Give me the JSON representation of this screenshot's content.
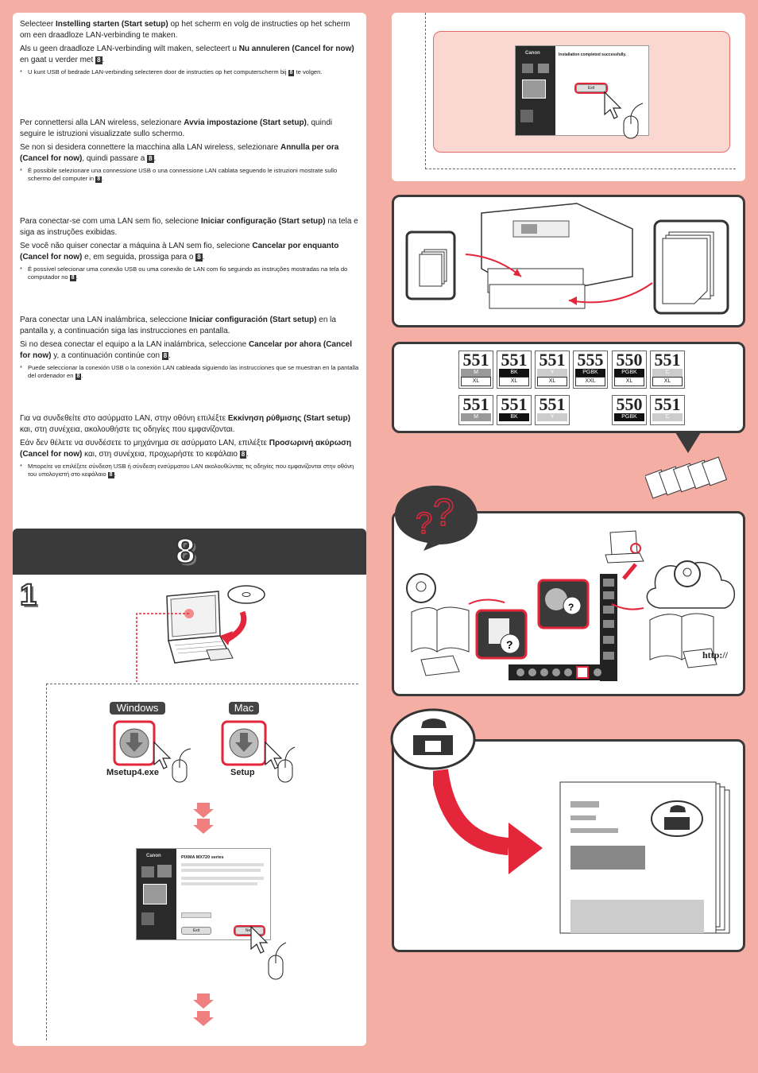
{
  "dutch": {
    "p1_pre": "Selecteer ",
    "p1_bold": "Instelling starten (Start setup)",
    "p1_post": " op het scherm en volg de instructies op het scherm om een draadloze LAN-verbinding te maken.",
    "p2_pre": "Als u geen draadloze LAN-verbinding wilt maken, selecteert u ",
    "p2_bold": "Nu annuleren (Cancel for now)",
    "p2_post": " en gaat u verder met ",
    "ref": "8",
    "p2_end": ".",
    "note_pre": "U kunt USB of bedrade LAN-verbinding selecteren door de instructies op het computerscherm bij ",
    "note_post": " te volgen."
  },
  "italian": {
    "p1_pre": "Per connettersi alla LAN wireless, selezionare ",
    "p1_bold": "Avvia impostazione (Start setup)",
    "p1_post": ", quindi seguire le istruzioni visualizzate sullo schermo.",
    "p2_pre": "Se non si desidera connettere la macchina alla LAN wireless, selezionare ",
    "p2_bold": "Annulla per ora (Cancel for now)",
    "p2_post": ", quindi passare a ",
    "ref": "8",
    "p2_end": ".",
    "note_pre": "È possibile selezionare una connessione USB o una connessione LAN cablata seguendo le istruzioni mostrate sullo schermo del computer in ",
    "note_post": "."
  },
  "portuguese": {
    "p1_pre": "Para conectar-se com uma LAN sem fio, selecione ",
    "p1_bold": "Iniciar configuração (Start setup)",
    "p1_post": " na tela e siga as instruções exibidas.",
    "p2_pre": "Se você não quiser conectar a máquina à LAN sem fio, selecione ",
    "p2_bold": "Cancelar por enquanto (Cancel for now)",
    "p2_post": " e, em seguida, prossiga para o ",
    "ref": "8",
    "p2_end": ".",
    "note_pre": "É possível selecionar uma conexão USB ou uma conexão de LAN com fio seguindo as instruções mostradas na tela do computador no ",
    "note_post": "."
  },
  "spanish": {
    "p1_pre": "Para conectar una LAN inalámbrica, seleccione ",
    "p1_bold": "Iniciar configuración (Start setup)",
    "p1_post": " en la pantalla y, a continuación siga las instrucciones en pantalla.",
    "p2_pre": "Si no desea conectar el equipo a la LAN inalámbrica, seleccione ",
    "p2_bold": "Cancelar por ahora (Cancel for now)",
    "p2_post": " y, a continuación continúe con ",
    "ref": "8",
    "p2_end": ".",
    "note_pre": "Puede seleccionar la conexión USB o la conexión LAN cableada siguiendo las instrucciones que se muestran en la pantalla del ordenador en ",
    "note_post": "."
  },
  "greek": {
    "p1_pre": "Για να συνδεθείτε στο ασύρματο LAN, στην οθόνη επιλέξτε ",
    "p1_bold": "Εκκίνηση ρύθμισης (Start setup)",
    "p1_post": " και, στη συνέχεια, ακολουθήστε τις οδηγίες που εμφανίζονται.",
    "p2_pre": "Εάν δεν θέλετε να συνδέσετε το μηχάνημα σε ασύρματο LAN, επιλέξτε ",
    "p2_bold": "Προσωρινή ακύρωση (Cancel for now)",
    "p2_post": " και, στη συνέχεια, προχωρήστε το κεφάλαιο ",
    "ref": "8",
    "p2_end": ".",
    "note_pre": "Μπορείτε να επιλέξετε σύνδεση USB ή σύνδεση ενσύρματου LAN ακολουθώντας τις οδηγίες που εμφανίζονται στην οθόνη του υπολογιστή στο κεφάλαιο ",
    "note_post": "."
  },
  "section": {
    "number": "8",
    "step": "1"
  },
  "install": {
    "windows_label": "Windows",
    "mac_label": "Mac",
    "windows_file": "Msetup4.exe",
    "mac_file": "Setup"
  },
  "setup_screen": {
    "brand": "Canon",
    "title": "PIXMA MX720 series",
    "exit": "Exit",
    "next": "Next"
  },
  "complete_screen": {
    "brand": "Canon",
    "message": "Installation completed successfully.",
    "exit": "Exit"
  },
  "cartridges": [
    {
      "num": "551",
      "c1": "M",
      "c2": "XL",
      "tone": "cMag"
    },
    {
      "num": "551",
      "c1": "BK",
      "c2": "XL",
      "tone": "cBlack"
    },
    {
      "num": "551",
      "c1": "Y",
      "c2": "XL",
      "tone": "cLight"
    },
    {
      "num": "555",
      "c1": "PGBK",
      "c2": "XXL",
      "tone": "cBlack"
    },
    {
      "num": "550",
      "c1": "PGBK",
      "c2": "XL",
      "tone": "cBlack"
    },
    {
      "num": "551",
      "c1": "C",
      "c2": "XL",
      "tone": "cPink"
    },
    {
      "num": "551",
      "c1": "M",
      "c2": "",
      "tone": "cMag"
    },
    {
      "num": "551",
      "c1": "BK",
      "c2": "",
      "tone": "cBlack"
    },
    {
      "num": "551",
      "c1": "Y",
      "c2": "",
      "tone": "cLight"
    },
    {
      "num": "550",
      "c1": "PGBK",
      "c2": "",
      "tone": "cBlack"
    },
    {
      "num": "551",
      "c1": "C",
      "c2": "",
      "tone": "cPink"
    }
  ],
  "manual": {
    "url": "http://"
  },
  "colors": {
    "background": "#f5aea4",
    "accent_red": "#e3263a",
    "dark_bar": "#3a3a3a"
  }
}
